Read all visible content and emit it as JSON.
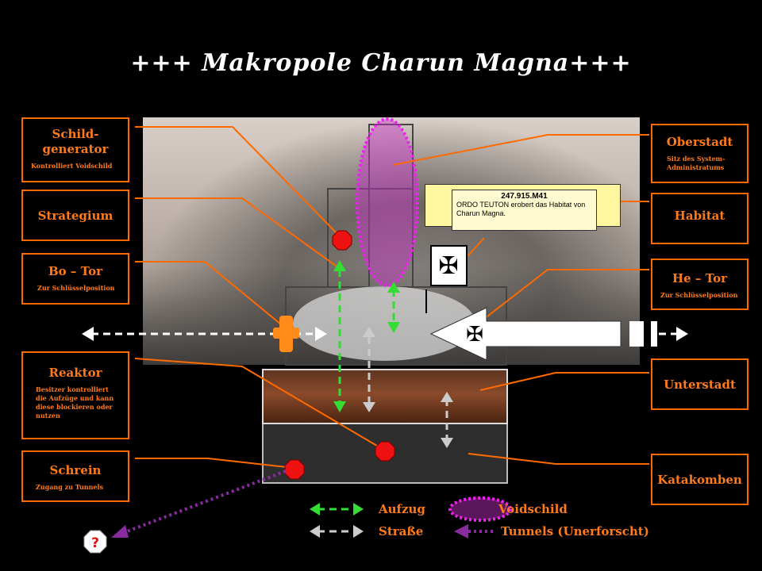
{
  "title": "+++ Makropole Charun Magna+++",
  "banner": {
    "date": "247.915.M41",
    "text": "ORDO  TEUTON  erobert das Habitat von Charun Magna."
  },
  "labels": {
    "schildgenerator": {
      "title": "Schild-generator",
      "sub": "Kontrolliert Voidschild"
    },
    "strategium": {
      "title": "Strategium"
    },
    "bo_tor": {
      "title": "Bo – Tor",
      "sub": "Zur Schlüsselposition"
    },
    "reaktor": {
      "title": "Reaktor",
      "sub": "Besitzer kontrolliert die Aufzüge und kann diese blockieren oder nutzen"
    },
    "schrein": {
      "title": "Schrein",
      "sub": "Zugang zu Tunnels"
    },
    "oberstadt": {
      "title": "Oberstadt",
      "sub": "Sitz des System-Administratums"
    },
    "habitat": {
      "title": "Habitat"
    },
    "he_tor": {
      "title": "He – Tor",
      "sub": "Zur Schlüsselposition"
    },
    "unterstadt": {
      "title": "Unterstadt"
    },
    "katakomben": {
      "title": "Katakomben"
    }
  },
  "legend": {
    "aufzug": "Aufzug",
    "strasse": "Straße",
    "voidschild": "Voidschild",
    "tunnels": "Tunnels (Unerforscht)"
  },
  "unknown_marker": "?",
  "colors": {
    "label": "#ff6a00",
    "aufzug": "#33dd33",
    "strasse": "#cccccc",
    "voidschild": "#dd22dd",
    "tunnels": "#8a2aa0",
    "marker": "#ee1111"
  }
}
